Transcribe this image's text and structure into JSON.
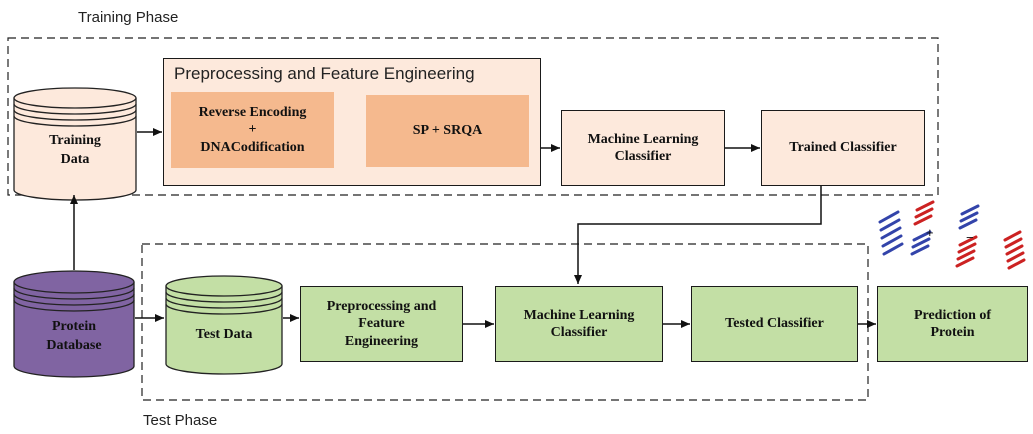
{
  "phases": {
    "training": "Training Phase",
    "test": "Test Phase"
  },
  "training": {
    "data": "Training\nData",
    "group_title": "Preprocessing and Feature Engineering",
    "reverse_encoding": "Reverse Encoding\n+\nDNACodification",
    "sp_srqa": "SP + SRQA",
    "ml_classifier": "Machine Learning\nClassifier",
    "trained_classifier": "Trained Classifier"
  },
  "test": {
    "protein_database": "Protein\nDatabase",
    "test_data": "Test Data",
    "preprocessing": "Preprocessing and\nFeature\nEngineering",
    "ml_classifier": "Machine Learning\nClassifier",
    "tested_classifier": "Tested Classifier",
    "prediction": "Prediction of\nProtein"
  },
  "protein_glyphs": {
    "plus": "+",
    "minus": "−"
  },
  "colors": {
    "peach": "#fde9dc",
    "orange": "#f5b98e",
    "green": "#c3dfa5",
    "purple": "#8064a2",
    "helix_blue": "#3344aa",
    "helix_red": "#cc2222"
  }
}
